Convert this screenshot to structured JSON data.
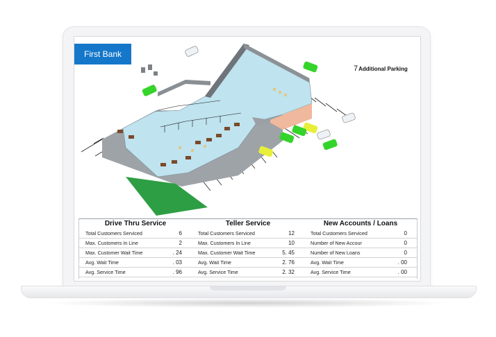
{
  "app": {
    "title": "First Bank"
  },
  "map": {
    "parking_count": "7",
    "parking_label": "Additional Parking"
  },
  "panels": [
    {
      "title": "Drive Thru Service",
      "rows": [
        {
          "label": "Total Customers Serviced",
          "value": "6"
        },
        {
          "label": "Max. Customers In Line",
          "value": "2"
        },
        {
          "label": "Max. Customer Wait Time",
          "value": ". 24"
        },
        {
          "label": "Avg. Wait Time",
          "value": ". 03"
        },
        {
          "label": "Avg. Service Time",
          "value": ". 96"
        }
      ]
    },
    {
      "title": "Teller Service",
      "rows": [
        {
          "label": "Total Customers Serviced",
          "value": "12"
        },
        {
          "label": "Max. Customers In Line",
          "value": "10"
        },
        {
          "label": "Max. Customer Wait Time",
          "value": "5. 45"
        },
        {
          "label": "Avg. Wait Time",
          "value": "2. 76"
        },
        {
          "label": "Avg. Service Time",
          "value": "2. 32"
        }
      ]
    },
    {
      "title": "New Accounts / Loans",
      "rows": [
        {
          "label": "Total Customers Serviced",
          "value": "0"
        },
        {
          "label": "Number of New Accour",
          "value": "0"
        },
        {
          "label": "Number of New Loans",
          "value": "0"
        },
        {
          "label": "Avg. Wait Time",
          "value": ". 00"
        },
        {
          "label": "Avg. Service Time",
          "value": ". 00"
        }
      ]
    }
  ],
  "colors": {
    "brand": "#1477c9",
    "floor": "#bfe3ef",
    "grass": "#2e9e44",
    "car_green": "#35d42b",
    "car_yellow": "#e7ef3a",
    "car_white": "#eef2f6"
  }
}
